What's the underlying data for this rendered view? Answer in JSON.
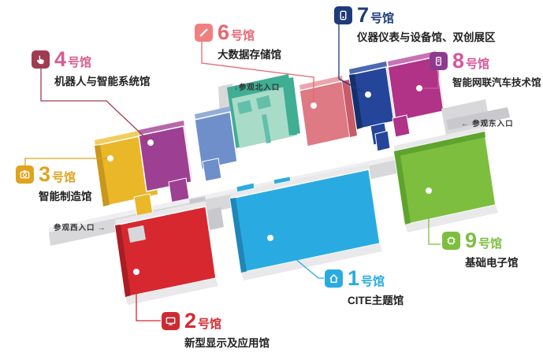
{
  "halls": {
    "h1": {
      "num": "1",
      "suffix": "号馆",
      "name": "CITE主题馆",
      "color": "#29ABE2",
      "accent": "#29ABE2",
      "icon_bg": "#29ABE2",
      "icon": "home-icon"
    },
    "h2": {
      "num": "2",
      "suffix": "号馆",
      "name": "新型显示及应用馆",
      "color": "#D7282F",
      "accent": "#D7282F",
      "icon_bg": "#CD2A31",
      "icon": "display-icon"
    },
    "h3": {
      "num": "3",
      "suffix": "号馆",
      "name": "智能制造馆",
      "color": "#E9B728",
      "accent": "#DFA31F",
      "icon_bg": "#DFA31F",
      "icon": "camera-icon"
    },
    "h4": {
      "num": "4",
      "suffix": "号馆",
      "name": "机器人与智能系统馆",
      "color": "#9D3F92",
      "accent": "#D85C8E",
      "icon_bg": "#A03C50",
      "icon": "hand-cursor-icon"
    },
    "h6": {
      "num": "6",
      "suffix": "号馆",
      "name": "大数据存储馆",
      "color": "#DD7A84",
      "accent": "#E96670",
      "icon_bg": "#F08080",
      "icon": "pen-icon"
    },
    "h7": {
      "num": "7",
      "suffix": "号馆",
      "name": "仪器仪表与设备馆、双创展区",
      "color": "#24459A",
      "accent": "#1E3C7B",
      "icon_bg": "#1E3C7B",
      "icon": "instrument-icon"
    },
    "h8": {
      "num": "8",
      "suffix": "号馆",
      "name": "智能网联汽车技术馆",
      "color": "#B03387",
      "accent": "#D8559A",
      "icon_bg": "#8E3A8E",
      "icon": "battery-icon"
    },
    "h9": {
      "num": "9",
      "suffix": "号馆",
      "name": "基础电子馆",
      "color": "#7DBE3F",
      "accent": "#7DBE3F",
      "icon_bg": "#7DBE3F",
      "icon": "chip-icon"
    }
  },
  "entrances": {
    "north": "↓参观北入口",
    "east": "← 参观东入口",
    "west": "参观西入口 →"
  },
  "colors": {
    "corridor": "#D8D8DB",
    "corridor_light": "#EFEFF1",
    "corridor_dark": "#C9C9CD",
    "wall_white": "#E9E9EB",
    "teal": "#3FAE93",
    "teal_floor": "#A9DBC9",
    "teal_inner": "#63BFA9",
    "annex": "#6E8FC9",
    "annex_light": "#94ADD9",
    "yellow_light": "#F0CD5E",
    "yellow_dark": "#C9971E",
    "purple_light": "#B668AB",
    "pink_light": "#ECA4AC",
    "pink_dark": "#C95B69",
    "navy_light": "#4A69B0",
    "navy_dark": "#16306B",
    "magenta_light": "#C873B4",
    "red_dark": "#A81E24",
    "cyan_dark": "#1F86B8",
    "green_dark": "#5FA32F",
    "marker_dot": "#FFFFFF"
  }
}
